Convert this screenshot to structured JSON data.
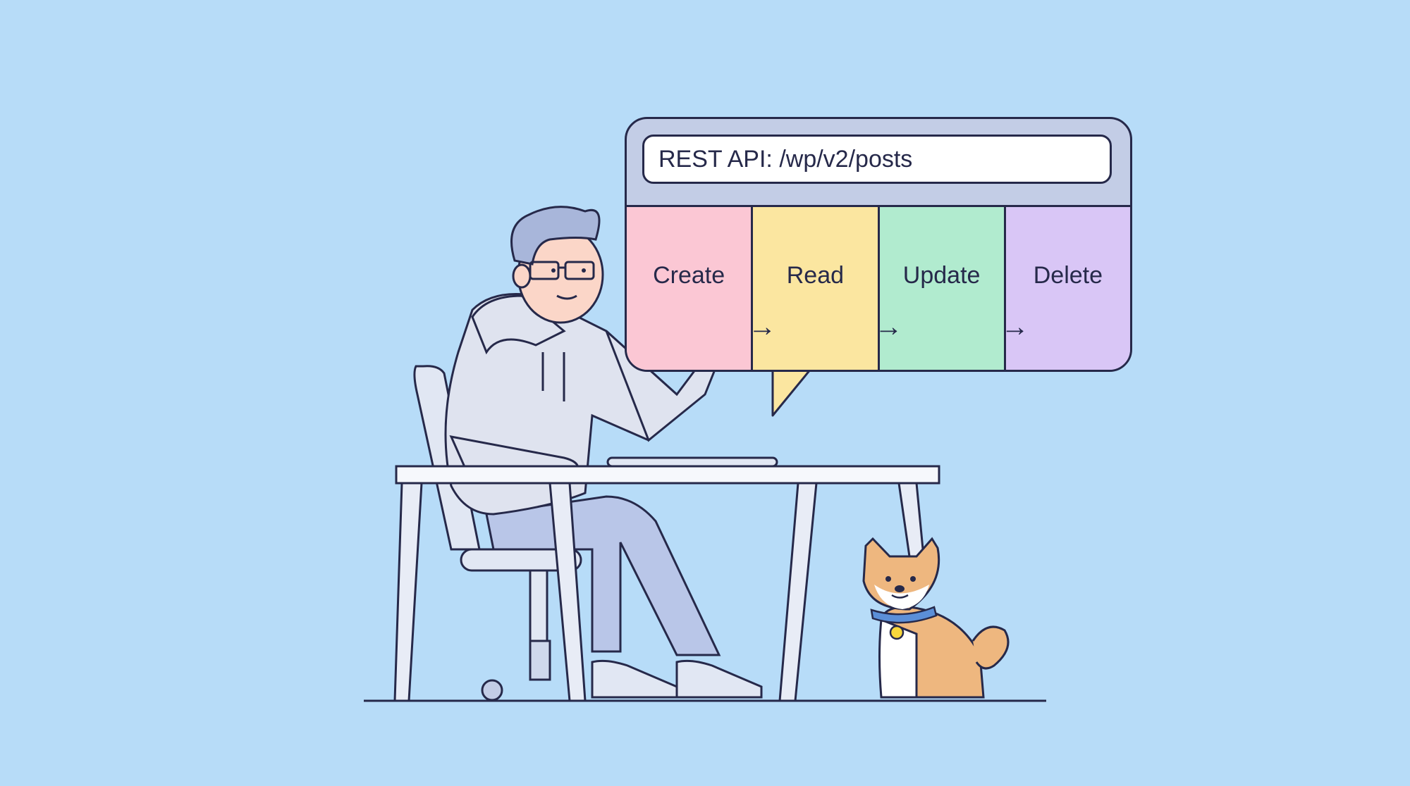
{
  "illustration": {
    "background": "#b7dcf8",
    "api_panel": {
      "endpoint_label": "REST API: /wp/v2/posts",
      "operations": [
        {
          "label": "Create",
          "color": "#fbc7d4"
        },
        {
          "label": "Read",
          "color": "#fbe6a0"
        },
        {
          "label": "Update",
          "color": "#b1ebcf"
        },
        {
          "label": "Delete",
          "color": "#d9c6f6"
        }
      ],
      "arrow_glyph": "→"
    },
    "characters": {
      "developer": "person-with-glasses-in-hoodie",
      "dog": "shiba-inu"
    }
  }
}
